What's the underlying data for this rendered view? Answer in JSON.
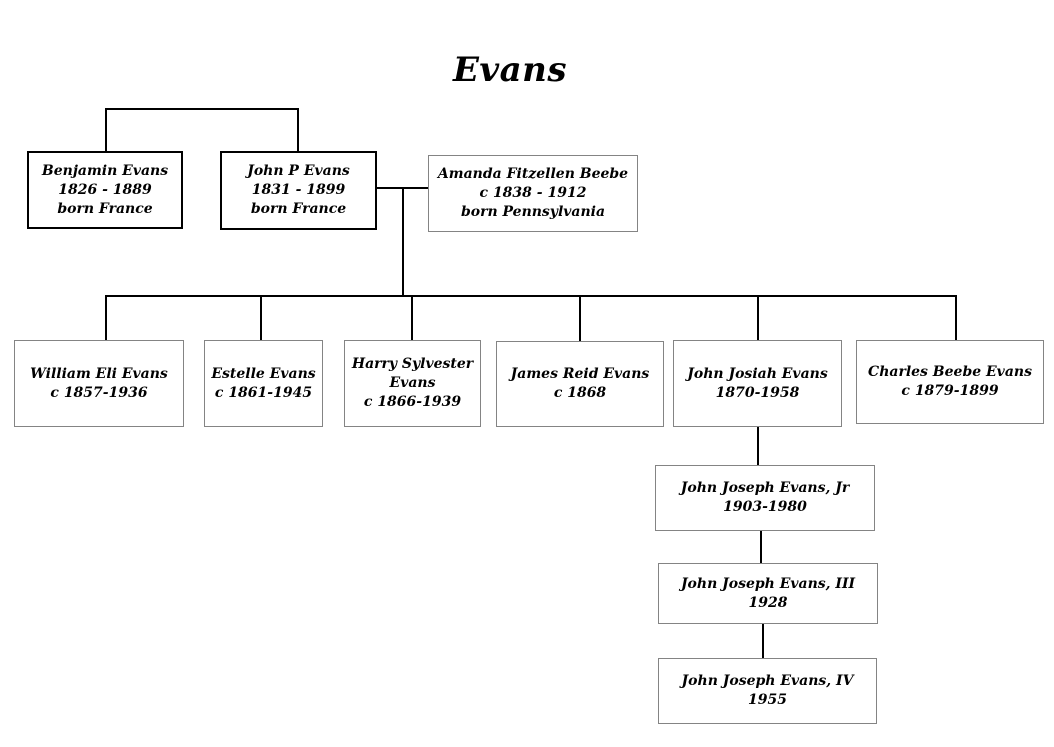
{
  "title": "Evans",
  "colors": {
    "background": "#ffffff",
    "text": "#000000",
    "connector_line": "#000000",
    "primary_box_border": "#000000",
    "secondary_box_border": "#848484"
  },
  "tree": {
    "generation1": [
      {
        "name": "Benjamin Evans",
        "dates": "1826 - 1889",
        "birthplace": "born France"
      },
      {
        "name": "John P Evans",
        "dates": "1831 - 1899",
        "birthplace": "born France"
      },
      {
        "name": "Amanda Fitzellen Beebe",
        "dates": "c 1838 - 1912",
        "birthplace": "born Pennsylvania"
      }
    ],
    "generation2": [
      {
        "name": "William Eli Evans",
        "dates": "c 1857-1936"
      },
      {
        "name": "Estelle Evans",
        "dates": "c 1861-1945"
      },
      {
        "name": "Harry Sylvester Evans",
        "dates": "c 1866-1939"
      },
      {
        "name": "James Reid Evans",
        "dates": "c 1868"
      },
      {
        "name": "John Josiah Evans",
        "dates": "1870-1958"
      },
      {
        "name": "Charles Beebe Evans",
        "dates": "c 1879-1899"
      }
    ],
    "generation3": [
      {
        "name": "John Joseph Evans, Jr",
        "dates": "1903-1980"
      }
    ],
    "generation4": [
      {
        "name": "John Joseph Evans, III",
        "dates": "1928"
      }
    ],
    "generation5": [
      {
        "name": "John Joseph Evans, IV",
        "dates": "1955"
      }
    ]
  }
}
